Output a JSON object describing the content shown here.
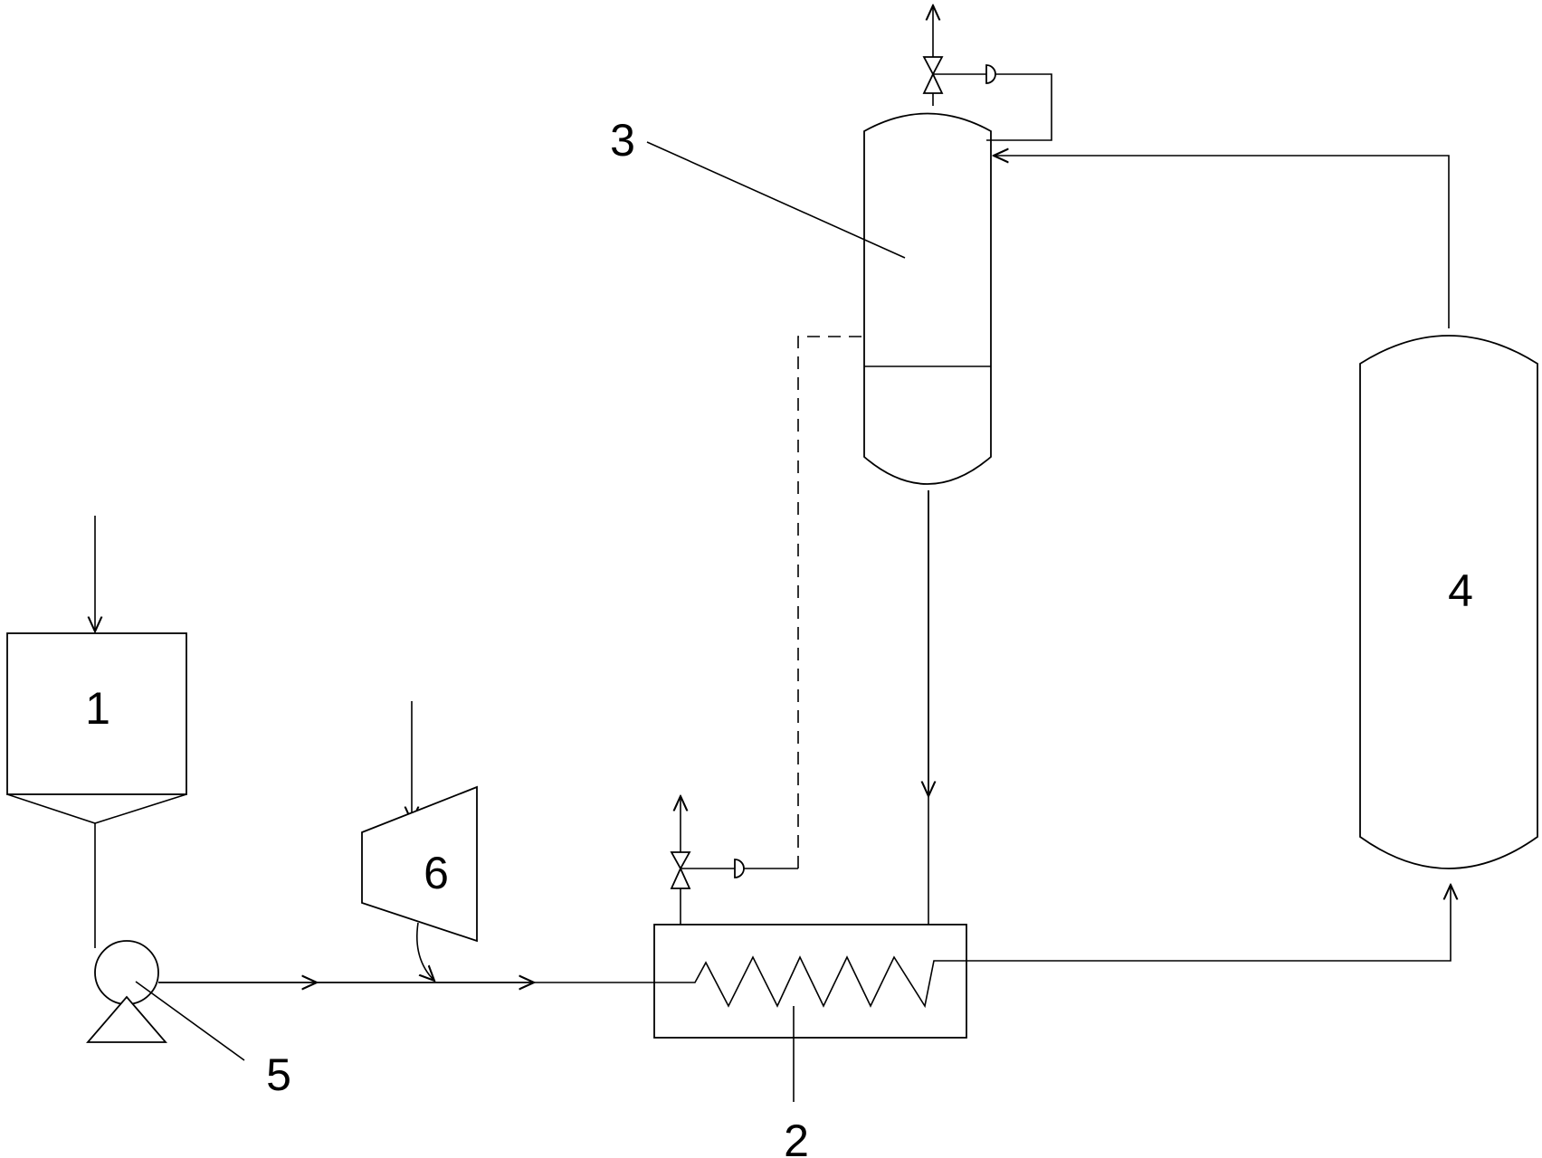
{
  "diagram": {
    "type": "process-flow",
    "labels": {
      "hopper": "1",
      "heater": "2",
      "separator": "3",
      "reactor": "4",
      "pump": "5",
      "compressor": "6"
    },
    "colors": {
      "line": "#000000",
      "background": "#ffffff"
    }
  }
}
